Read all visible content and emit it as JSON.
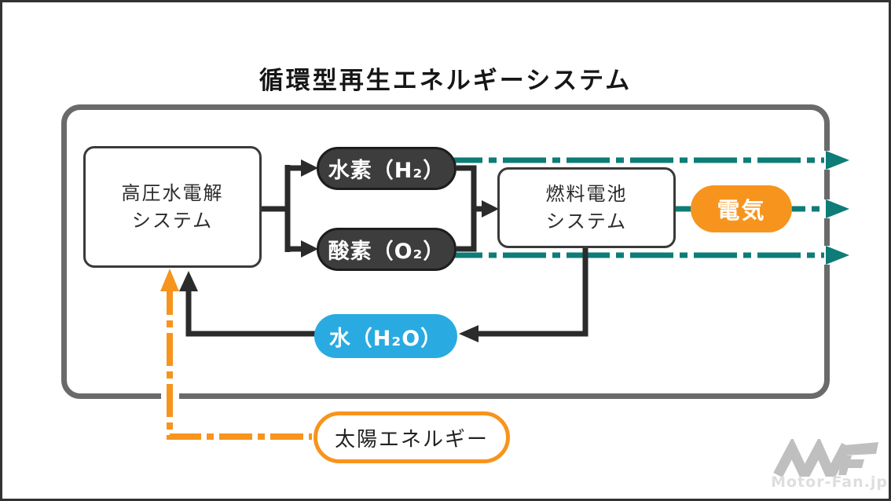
{
  "title": "循環型再生エネルギーシステム",
  "diagram": {
    "electrolysis_box": "高圧水電解\nシステム",
    "hydrogen_pill": "水素（H₂）",
    "oxygen_pill": "酸素（O₂）",
    "fuel_cell_box": "燃料電池\nシステム",
    "electricity_pill": "電気",
    "water_pill": "水（H₂O）",
    "solar_pill": "太陽エネルギー"
  },
  "watermark": {
    "text": "Motor-Fan.jp"
  },
  "colors": {
    "teal": "#0e7c77",
    "orange": "#f7941d",
    "blue": "#29abe2",
    "dark": "#3d3d3d",
    "frame-gray": "#6a6a6a",
    "line-black": "#2b2b2b",
    "logo-gray": "#bfbfbf",
    "watermark-gray": "#dedede"
  }
}
